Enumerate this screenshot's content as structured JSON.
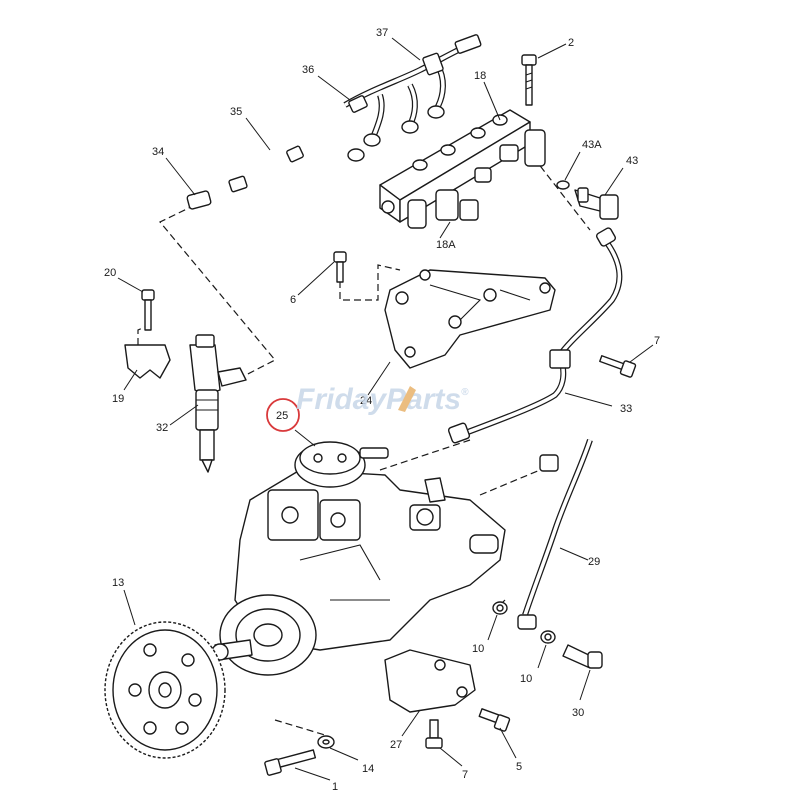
{
  "watermark": {
    "part1": "Friday",
    "part2": "Parts",
    "mark": "®",
    "colors": {
      "text": "#c7d6e8",
      "accent": "#e8b26a"
    }
  },
  "highlight": {
    "callout": "25",
    "color": "#d9393b"
  },
  "callouts": [
    {
      "id": "c37",
      "label": "37"
    },
    {
      "id": "c2a",
      "label": "2"
    },
    {
      "id": "c36",
      "label": "36"
    },
    {
      "id": "c18",
      "label": "18"
    },
    {
      "id": "c35",
      "label": "35"
    },
    {
      "id": "c34",
      "label": "34"
    },
    {
      "id": "c43a",
      "label": "43A"
    },
    {
      "id": "c43",
      "label": "43"
    },
    {
      "id": "c18a",
      "label": "18A"
    },
    {
      "id": "c20",
      "label": "20"
    },
    {
      "id": "c6",
      "label": "6"
    },
    {
      "id": "c7a",
      "label": "7"
    },
    {
      "id": "c19",
      "label": "19"
    },
    {
      "id": "c24",
      "label": "24"
    },
    {
      "id": "c33",
      "label": "33"
    },
    {
      "id": "c32",
      "label": "32"
    },
    {
      "id": "c25",
      "label": "25"
    },
    {
      "id": "c29",
      "label": "29"
    },
    {
      "id": "c13",
      "label": "13"
    },
    {
      "id": "c10a",
      "label": "10"
    },
    {
      "id": "c10b",
      "label": "10"
    },
    {
      "id": "c30",
      "label": "30"
    },
    {
      "id": "c27",
      "label": "27"
    },
    {
      "id": "c14",
      "label": "14"
    },
    {
      "id": "c1",
      "label": "1"
    },
    {
      "id": "c7b",
      "label": "7"
    },
    {
      "id": "c5",
      "label": "5"
    }
  ]
}
